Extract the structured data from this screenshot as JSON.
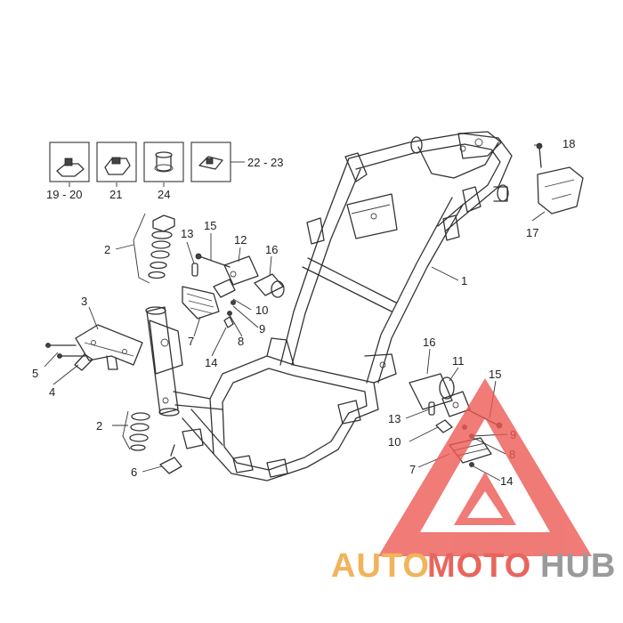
{
  "labels": {
    "p1": "1",
    "p2a": "2",
    "p2b": "2",
    "p3": "3",
    "p4": "4",
    "p5": "5",
    "p6": "6",
    "p7a": "7",
    "p7b": "7",
    "p8a": "8",
    "p8b": "8",
    "p9a": "9",
    "p9b": "9",
    "p10a": "10",
    "p10b": "10",
    "p11": "11",
    "p12": "12",
    "p13a": "13",
    "p13b": "13",
    "p14a": "14",
    "p14b": "14",
    "p15a": "15",
    "p15b": "15",
    "p16a": "16",
    "p16b": "16",
    "p17": "17",
    "p18": "18",
    "p19_20": "19 - 20",
    "p21": "21",
    "p22_23": "22 - 23",
    "p24": "24"
  },
  "watermark": {
    "part1": "AUTO",
    "part2": "MOTO",
    "part3": "HUB",
    "color1": "#f2b35a",
    "color2": "#e8655c",
    "color3": "#9a9a9a",
    "triangle_color": "#ec5a55"
  }
}
